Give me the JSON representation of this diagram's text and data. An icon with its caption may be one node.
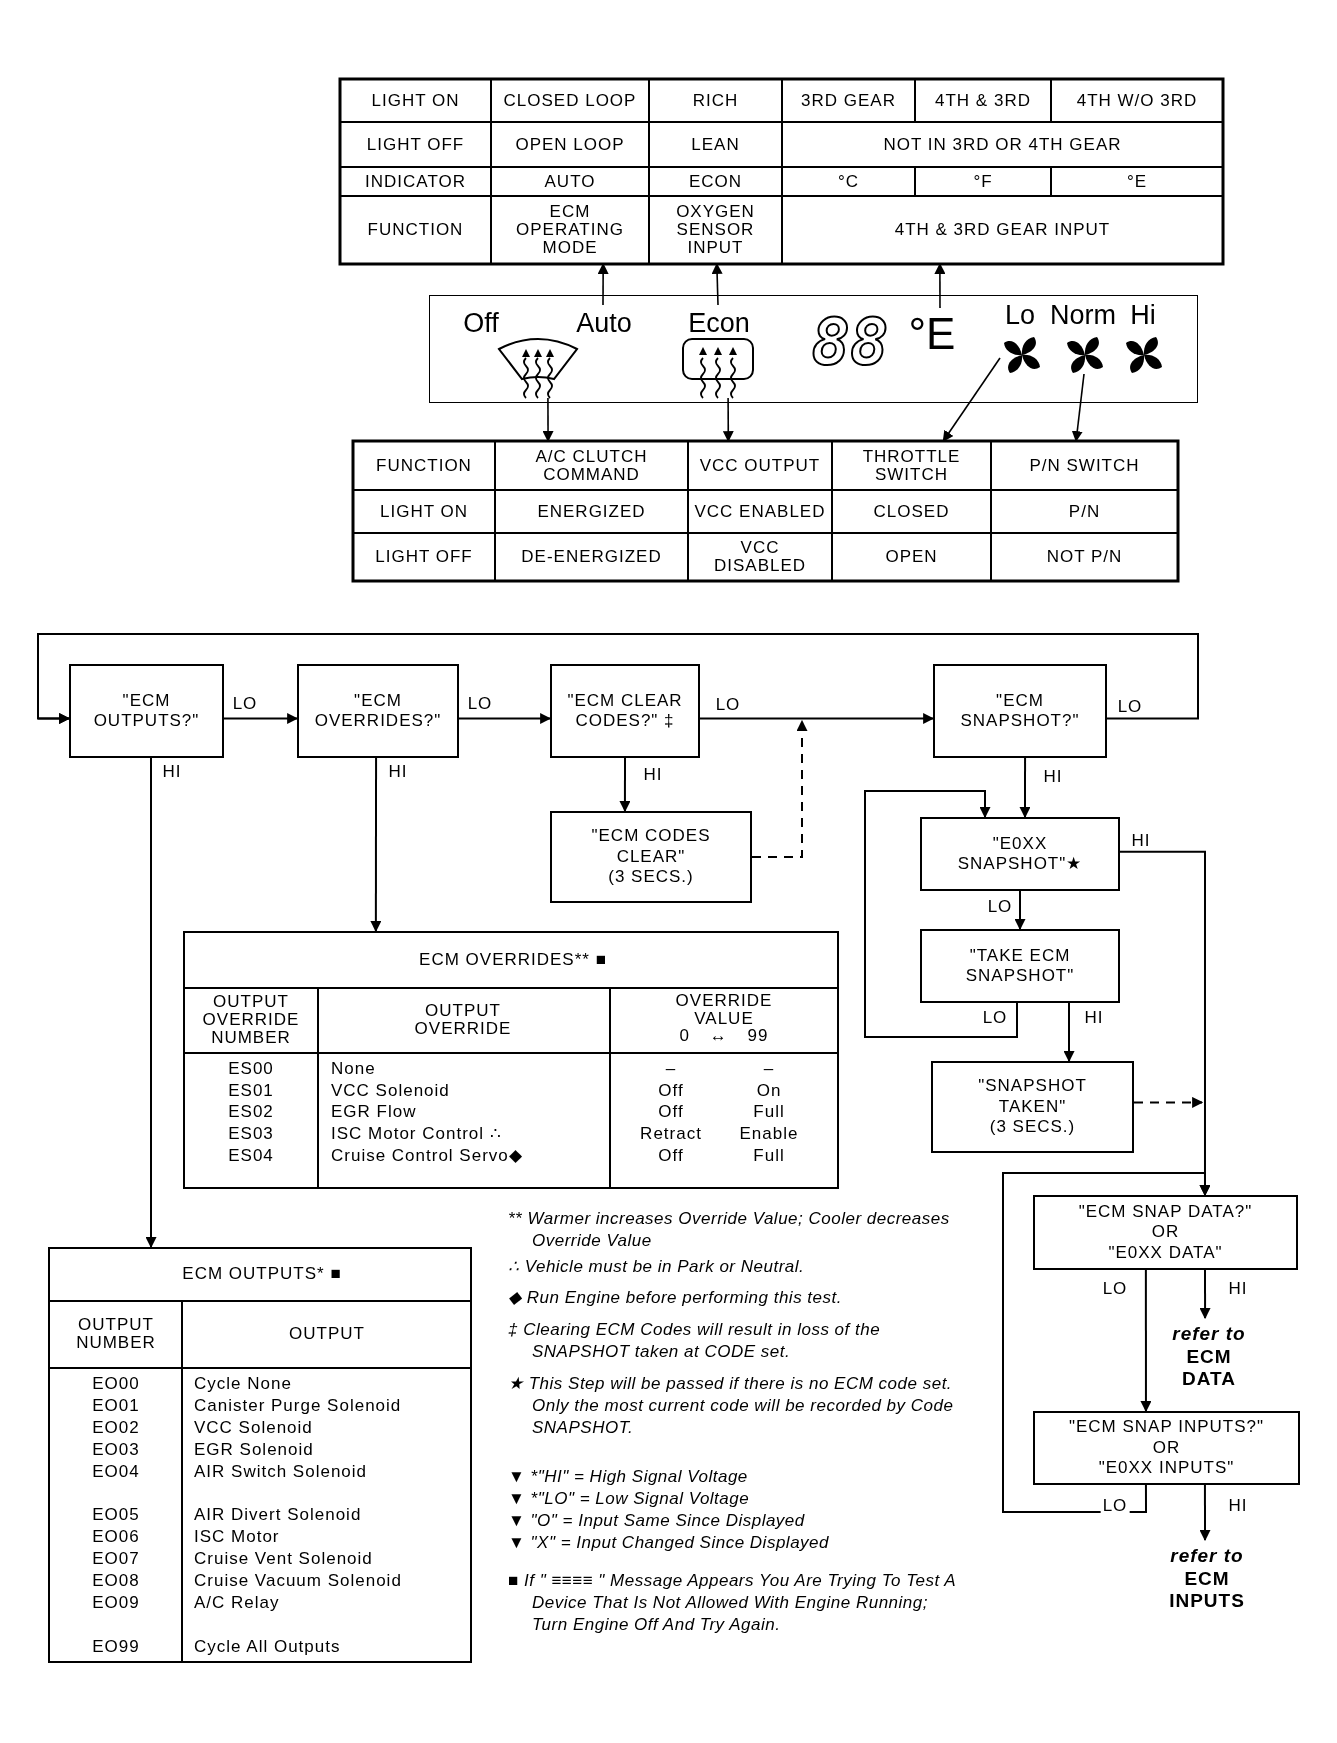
{
  "diagram": {
    "nodes": [
      {
        "text": [
          "LIGHT ON"
        ]
      },
      {
        "text": [
          "CLOSED LOOP"
        ]
      },
      {
        "text": [
          "RICH"
        ]
      },
      {
        "text": [
          "3RD GEAR"
        ]
      },
      {
        "text": [
          "4TH & 3RD"
        ]
      },
      {
        "text": [
          "4TH W/O 3RD"
        ]
      },
      {
        "text": [
          "LIGHT OFF"
        ]
      },
      {
        "text": [
          "OPEN LOOP"
        ]
      },
      {
        "text": [
          "LEAN"
        ]
      },
      {
        "text": [
          "NOT IN 3RD OR 4TH GEAR"
        ]
      },
      {
        "text": [
          "INDICATOR"
        ]
      },
      {
        "text": [
          "AUTO"
        ]
      },
      {
        "text": [
          "ECON"
        ]
      },
      {
        "text": [
          "°C"
        ]
      },
      {
        "text": [
          "°F"
        ]
      },
      {
        "text": [
          "°E"
        ]
      },
      {
        "text": [
          "FUNCTION"
        ]
      },
      {
        "text": [
          "ECM OPERATING MODE"
        ]
      },
      {
        "text": [
          "OXYGEN SENSOR INPUT"
        ]
      },
      {
        "text": [
          "4TH & 3RD GEAR INPUT"
        ]
      },
      {
        "text": [],
        "shape": "box"
      },
      {
        "text": [
          "Off"
        ],
        "in": 20
      },
      {
        "text": [
          "Auto"
        ],
        "in": 20
      },
      {
        "text": [
          "Econ"
        ],
        "in": 20
      },
      {
        "text": [
          "88"
        ],
        "in": 20
      },
      {
        "text": [
          "°E"
        ],
        "in": 20
      },
      {
        "text": [
          "Lo"
        ],
        "in": 20
      },
      {
        "text": [
          "Norm"
        ],
        "in": 20
      },
      {
        "text": [
          "Hi"
        ],
        "in": 20
      },
      {
        "text": [],
        "shape": "picture",
        "in": 20
      },
      {
        "text": [],
        "shape": "picture",
        "in": 20
      },
      {
        "text": [],
        "shape": "picture",
        "in": 20
      },
      {
        "text": [],
        "shape": "picture",
        "in": 20
      },
      {
        "text": [],
        "shape": "picture",
        "in": 20
      },
      {
        "text": [
          "FUNCTION"
        ]
      },
      {
        "text": [
          "A/C CLUTCH COMMAND"
        ]
      },
      {
        "text": [
          "VCC OUTPUT"
        ]
      },
      {
        "text": [
          "THROTTLE SWITCH"
        ]
      },
      {
        "text": [
          "P/N SWITCH"
        ]
      },
      {
        "text": [
          "LIGHT ON"
        ]
      },
      {
        "text": [
          "ENERGIZED"
        ]
      },
      {
        "text": [
          "VCC ENABLED"
        ]
      },
      {
        "text": [
          "CLOSED"
        ]
      },
      {
        "text": [
          "P/N"
        ]
      },
      {
        "text": [
          "LIGHT OFF"
        ]
      },
      {
        "text": [
          "DE-ENERGIZED"
        ]
      },
      {
        "text": [
          "VCC DISABLED"
        ]
      },
      {
        "text": [
          "OPEN"
        ]
      },
      {
        "text": [
          "NOT P/N"
        ]
      },
      {
        "text": [
          "\"ECM OUTPUTS?\""
        ]
      },
      {
        "text": [
          "\"ECM OVERRIDES?\""
        ]
      },
      {
        "text": [
          "\"ECM CLEAR CODES?\" ‡"
        ]
      },
      {
        "text": [
          "\"ECM SNAPSHOT?\""
        ]
      },
      {
        "text": [
          "\"ECM CODES CLEAR\"",
          "(3 SECS.)"
        ]
      },
      {
        "text": [
          "\"E0XX SNAPSHOT\"★"
        ]
      },
      {
        "text": [
          "\"TAKE ECM SNAPSHOT\""
        ]
      },
      {
        "text": [
          "ECM OVERRIDES** ■",
          "OUTPUT OVERRIDE NUMBER",
          "OUTPUT OVERRIDE",
          "OVERRIDE VALUE",
          "0 ↔ 99",
          "ES00",
          "None",
          "–",
          "–",
          "ES01",
          "VCC Solenoid",
          "Off",
          "On",
          "ES02",
          "EGR Flow",
          "Off",
          "Full",
          "ES03",
          "ISC Motor Control ∴",
          "Retract",
          "Enable",
          "ES04",
          "Cruise Control Servo◆",
          "Off",
          "Full"
        ]
      },
      {
        "text": [
          "\"SNAPSHOT TAKEN\"",
          "(3 SECS.)"
        ]
      },
      {
        "text": [
          "\"ECM SNAP DATA?\"",
          "OR",
          "\"E0XX DATA\""
        ]
      },
      {
        "text": [
          "*refer to* ECM DATA"
        ]
      },
      {
        "text": [
          "ECM OUTPUTS* ■",
          "OUTPUT NUMBER",
          "OUTPUT",
          "EO00",
          "Cycle None",
          "EO01",
          "Canister Purge Solenoid",
          "EO02",
          "VCC Solenoid",
          "EO03",
          "EGR Solenoid",
          "EO04",
          "AIR Switch Solenoid",
          "EO05",
          "AIR Divert Solenoid",
          "EO06",
          "ISC Motor",
          "EO07",
          "Cruise Vent Solenoid",
          "EO08",
          "Cruise Vacuum Solenoid",
          "EO09",
          "A/C Relay",
          "EO99",
          "Cycle All Outputs"
        ]
      },
      {
        "text": [
          "\"ECM SNAP INPUTS?\"",
          "OR",
          "\"E0XX INPUTS\""
        ]
      },
      {
        "text": [
          "*refer to* ECM INPUTS"
        ]
      }
    ],
    "edges": [
      {
        "from": 22,
        "to": 17,
        "arrow": "to"
      },
      {
        "from": 23,
        "to": 18,
        "arrow": "to"
      },
      {
        "from": 25,
        "to": 19,
        "arrow": "to"
      },
      {
        "from": 29,
        "to": 35,
        "arrow": "to"
      },
      {
        "from": 30,
        "to": 36,
        "arrow": "to"
      },
      {
        "from": 31,
        "to": 37,
        "arrow": "to"
      },
      {
        "from": 32,
        "to": 38,
        "arrow": "to"
      },
      {
        "from": null,
        "to": 49,
        "arrow": "to"
      },
      {
        "from": 49,
        "to": 50,
        "arrow": "to",
        "label": "LO"
      },
      {
        "from": 50,
        "to": 51,
        "arrow": "to",
        "label": "LO"
      },
      {
        "from": 51,
        "to": 52,
        "arrow": "to",
        "label": "LO"
      },
      {
        "from": 51,
        "to": 53,
        "arrow": "to",
        "label": "HI"
      },
      {
        "from": 53,
        "to": null,
        "arrow": "to",
        "style": "dashed"
      },
      {
        "from": 52,
        "to": 49,
        "arrow": "to",
        "label": "LO"
      },
      {
        "from": 49,
        "to": 60,
        "arrow": "to",
        "label": "HI"
      },
      {
        "from": 50,
        "to": 56,
        "arrow": "to",
        "label": "HI"
      },
      {
        "from": 52,
        "to": 54,
        "arrow": "to",
        "label": "HI"
      },
      {
        "from": 54,
        "to": 55,
        "arrow": "to",
        "label": "LO"
      },
      {
        "from": 55,
        "to": 54,
        "arrow": "to",
        "label": "LO"
      },
      {
        "from": 54,
        "to": 58,
        "arrow": "to",
        "label": "HI"
      },
      {
        "from": 55,
        "to": 57,
        "arrow": "to",
        "label": "HI"
      },
      {
        "from": 57,
        "to": null,
        "arrow": "to",
        "style": "dashed"
      },
      {
        "from": 58,
        "to": 59,
        "arrow": "to",
        "label": "HI"
      },
      {
        "from": 58,
        "to": 61,
        "arrow": "to",
        "label": "LO"
      },
      {
        "from": 61,
        "to": 62,
        "arrow": "to",
        "label": "HI"
      },
      {
        "from": 61,
        "to": 58,
        "arrow": "to",
        "label": "LO"
      }
    ],
    "labels": [
      "** Warmer increases Override Value; Cooler decreases Override Value",
      "∴ Vehicle must be in Park or Neutral.",
      "◆ Run Engine before performing this test.",
      "‡ Clearing ECM Codes will result in loss of the SNAPSHOT taken at CODE set.",
      "★ This Step will be passed if there is no ECM code set. Only the most current code will be recorded by Code SNAPSHOT.",
      "▼ *\"HI\" = High Signal Voltage",
      "▼ *\"LO\" = Low Signal Voltage",
      "▼ \"O\" = Input Same Since Displayed",
      "▼ \"X\" = Input Changed Since Displayed",
      "■ If \" ≡≡≡≡ \" Message Appears You Are Trying To Test A Device That Is Not Allowed With Engine Running; Turn Engine Off And Try Again."
    ]
  }
}
